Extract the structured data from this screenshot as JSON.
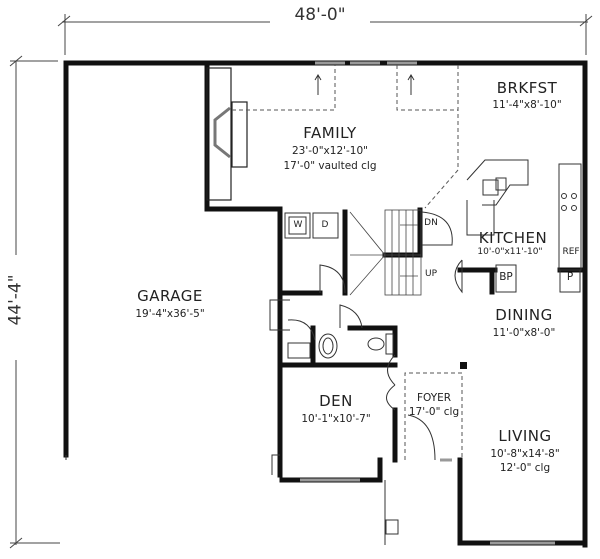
{
  "dimensions": {
    "width": "48'-0\"",
    "depth": "44'-4\""
  },
  "rooms": {
    "family": {
      "name": "FAMILY",
      "size": "23'-0\"x12'-10\"",
      "ceiling": "17'-0\" vaulted clg"
    },
    "brkfst": {
      "name": "BRKFST",
      "size": "11'-4\"x8'-10\""
    },
    "kitchen": {
      "name": "KITCHEN",
      "size": "10'-0\"x11'-10\""
    },
    "garage": {
      "name": "GARAGE",
      "size": "19'-4\"x36'-5\""
    },
    "dining": {
      "name": "DINING",
      "size": "11'-0\"x8'-0\""
    },
    "den": {
      "name": "DEN",
      "size": "10'-1\"x10'-7\""
    },
    "foyer": {
      "name": "FOYER",
      "ceiling": "17'-0\" clg"
    },
    "living": {
      "name": "LIVING",
      "size": "10'-8\"x14'-8\"",
      "ceiling": "12'-0\" clg"
    }
  },
  "fixtures": {
    "washer": "W",
    "dryer": "D",
    "stair_down": "DN",
    "stair_up": "UP",
    "refrigerator": "REF",
    "broom_pantry": "BP",
    "pantry": "P"
  }
}
